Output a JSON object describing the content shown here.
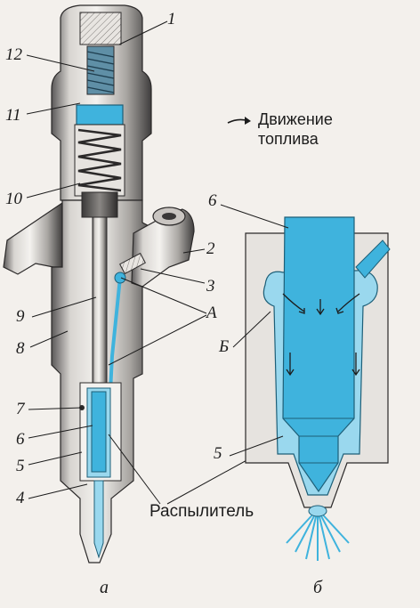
{
  "legend": {
    "arrow_glyph": "➞",
    "line1": "Движение",
    "line2": "топлива"
  },
  "labels_left": {
    "l1": "1",
    "l12": "12",
    "l11": "11",
    "l10": "10",
    "l9": "9",
    "l8": "8",
    "l7": "7",
    "l6": "6",
    "l5": "5",
    "l4": "4",
    "l2": "2",
    "l3": "3",
    "lA": "А"
  },
  "labels_right": {
    "r6": "6",
    "rB": "Б",
    "r5": "5"
  },
  "sprayer_label": "Распылитель",
  "captions": {
    "a": "а",
    "b": "б"
  },
  "colors": {
    "fuel_blue": "#3fb3dd",
    "fuel_blue_light": "#9ad8ee",
    "body_light": "#d9d6d2",
    "body_dark": "#4a4848",
    "background": "#f3f0ec"
  }
}
